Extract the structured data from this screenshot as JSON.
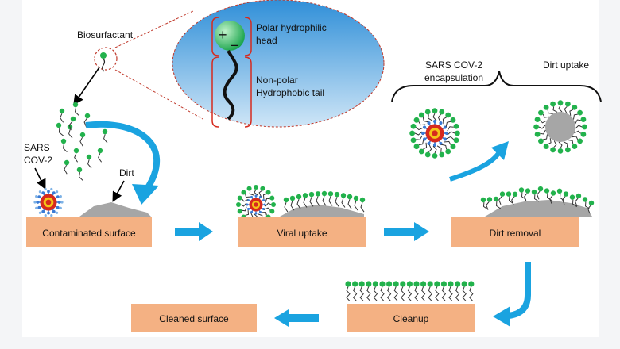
{
  "labels": {
    "biosurfactant": "Biosurfactant",
    "head_line1": "Polar hydrophilic",
    "head_line2": "head",
    "tail_line1": "Non-polar",
    "tail_line2": "Hydrophobic tail",
    "sars_line1": "SARS",
    "sars_line2": "COV-2",
    "dirt": "Dirt",
    "encapsulation_line1": "SARS COV-2",
    "encapsulation_line2": "encapsulation",
    "dirt_uptake": "Dirt uptake",
    "plus_sign": "+",
    "minus_sign": "–"
  },
  "boxes": {
    "contaminated": "Contaminated surface",
    "viral": "Viral uptake",
    "dirt_removal": "Dirt removal",
    "cleanup": "Cleanup",
    "cleaned": "Cleaned surface"
  },
  "colors": {
    "box_fill": "#f4b183",
    "arrow_blue": "#1aa3e0",
    "bead_green": "#22b24c",
    "dirt_gray": "#a6a6a6",
    "virus_red": "#d62a1e",
    "bracket_red": "#d62a1e",
    "ellipse_blue": "#4ea3dd"
  }
}
